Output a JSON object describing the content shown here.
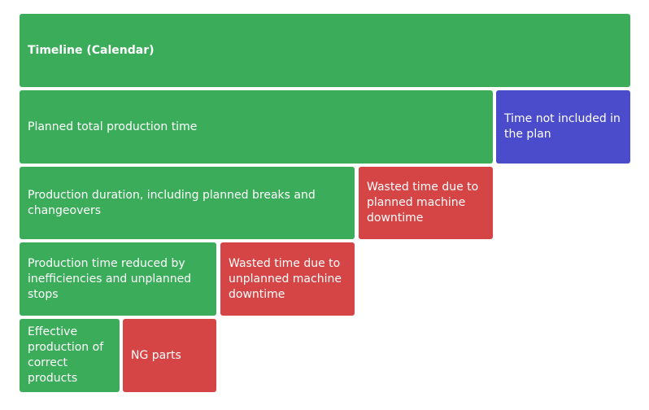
{
  "blocks": {
    "timeline": {
      "label": "Timeline (Calendar)",
      "color": "#3aac5a"
    },
    "planned_total": {
      "label": "Planned total production time",
      "color": "#3aac5a"
    },
    "not_in_plan": {
      "label": "Time not included in the plan",
      "color": "#4b4ccc"
    },
    "production_duration": {
      "label": "Production duration, including planned breaks and changeovers",
      "color": "#3aac5a"
    },
    "wasted_planned": {
      "label": "Wasted time due to planned machine downtime",
      "color": "#d64545"
    },
    "production_reduced": {
      "label": "Production time reduced by inefficiencies and unplanned stops",
      "color": "#3aac5a"
    },
    "wasted_unplanned": {
      "label": "Wasted time due to unplanned machine downtime",
      "color": "#d64545"
    },
    "effective": {
      "label": "Effective production of correct products",
      "color": "#3aac5a"
    },
    "ng_parts": {
      "label": "NG parts",
      "color": "#d64545"
    }
  }
}
